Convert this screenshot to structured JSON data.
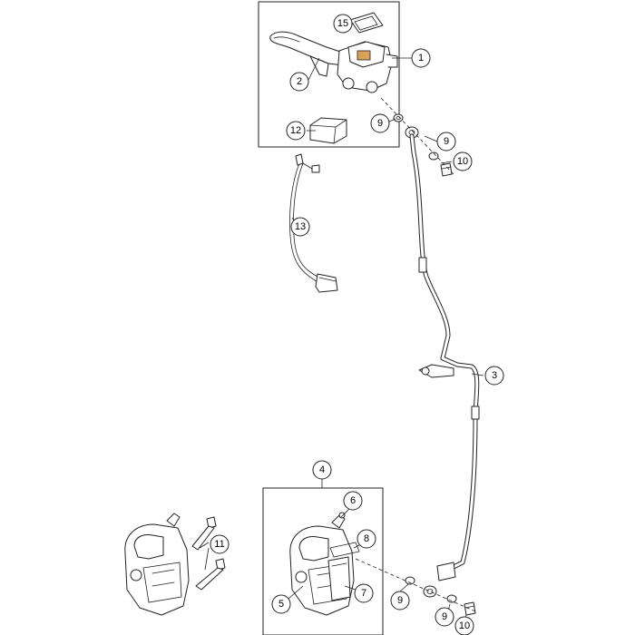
{
  "theme": {
    "accent": "#d9a25a",
    "line": "#222222",
    "background": "#ffffff"
  },
  "callouts": {
    "c1": "1",
    "c2": "2",
    "c3": "3",
    "c4": "4",
    "c5": "5",
    "c6": "6",
    "c7": "7",
    "c8": "8",
    "c9a": "9",
    "c9b": "9",
    "c9c": "9",
    "c10a": "10",
    "c10b": "10",
    "c11": "11",
    "c12": "12",
    "c13": "13",
    "c15": "15"
  }
}
